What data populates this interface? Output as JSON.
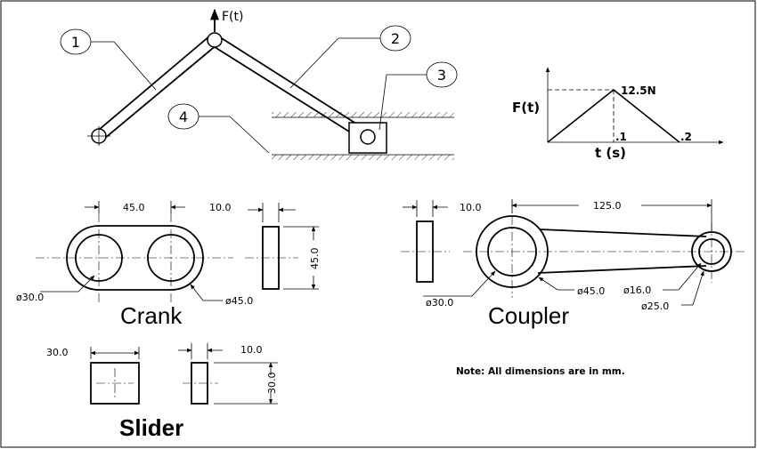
{
  "mechanism": {
    "force_label": "F(t)",
    "balloons": [
      "1",
      "2",
      "3",
      "4"
    ]
  },
  "force_graph": {
    "ylabel": "F(t)",
    "xlabel": "t (s)",
    "peak_label": "12.5N",
    "tick_1": ".1",
    "tick_2": ".2"
  },
  "crank": {
    "title": "Crank",
    "center_distance": "45.0",
    "thickness": "10.0",
    "height": "45.0",
    "hole_dia": "ø30.0",
    "outer_dia": "ø45.0"
  },
  "coupler": {
    "title": "Coupler",
    "thickness": "10.0",
    "length": "125.0",
    "hole_big": "ø30.0",
    "outer_big": "ø45.0",
    "hole_small": "ø16.0",
    "outer_small": "ø25.0"
  },
  "slider": {
    "title": "Slider",
    "width": "30.0",
    "thickness": "10.0",
    "height": "30.0"
  },
  "note": "Note: All dimensions are in mm."
}
